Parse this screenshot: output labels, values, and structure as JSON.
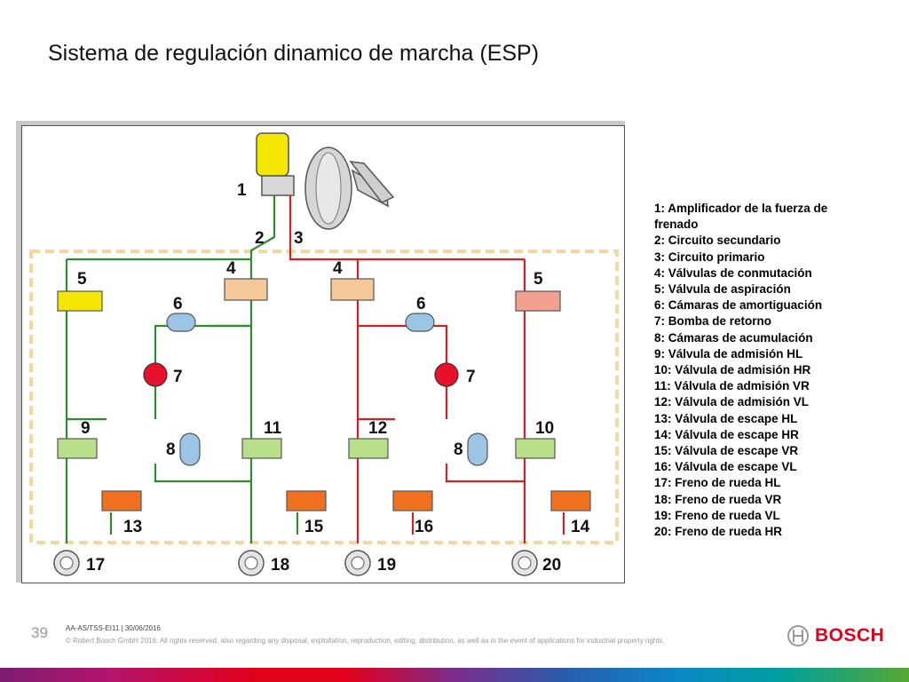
{
  "title": "Sistema de regulación dinamico de marcha (ESP)",
  "diagram": {
    "callouts": [
      "1",
      "2",
      "3",
      "4",
      "4",
      "5",
      "5",
      "6",
      "6",
      "7",
      "7",
      "8",
      "8",
      "9",
      "10",
      "11",
      "12",
      "13",
      "14",
      "15",
      "16",
      "17",
      "18",
      "19",
      "20"
    ],
    "colors": {
      "secondary_circuit": "#2e8b2e",
      "primary_circuit": "#d42020",
      "reservoir": "#f5e600",
      "pump": "#e8102a",
      "inlet_valve": "#b8e08a",
      "outlet_valve": "#f07020",
      "damper": "#9cc4e4"
    }
  },
  "legend": [
    "1: Amplificador de la fuerza de frenado",
    "2: Circuito secundario",
    "3: Circuito primario",
    "4: Válvulas de conmutación",
    "5: Válvula de aspiración",
    "6: Cámaras de amortiguación",
    "7: Bomba de retorno",
    "8: Cámaras de acumulación",
    "9: Válvula de admisión HL",
    "10: Válvula de admisión HR",
    "11: Válvula de admisión VR",
    "12: Válvula de admisión VL",
    "13: Válvula de escape HL",
    "14: Válvula de escape HR",
    "15: Válvula de escape VR",
    "16: Válvula de escape VL",
    "17: Freno de rueda HL",
    "18: Freno de rueda VR",
    "19: Freno de rueda VL",
    "20: Freno de rueda HR"
  ],
  "footer": {
    "page_number": "39",
    "reference": "AA-AS/TSS-EI11 | 30/06/2016",
    "copyright": "© Robert Bosch GmbH 2016. All rights reserved, also regarding any disposal, exploitation, reproduction, editing, distribution, as well as in the event of applications for industrial property rights.",
    "brand": "BOSCH"
  }
}
